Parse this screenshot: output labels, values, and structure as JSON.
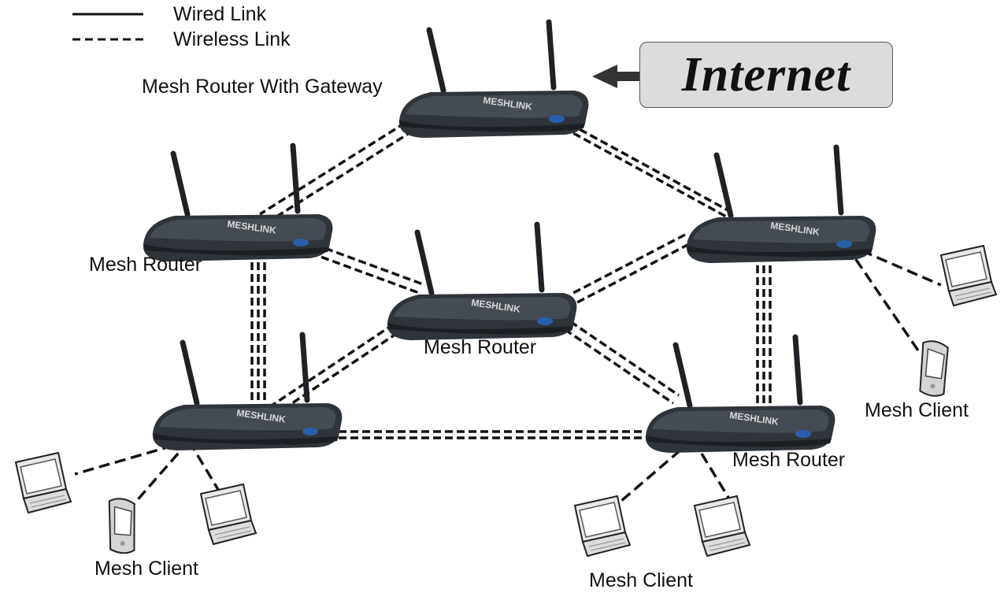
{
  "legend": {
    "wired_label": "Wired Link",
    "wireless_label": "Wireless Link"
  },
  "internet": {
    "label": "Internet"
  },
  "nodes": {
    "gateway_label": "Mesh Router With Gateway",
    "router_left_label": "Mesh Router",
    "router_center_label": "Mesh Router",
    "router_bottom_right_label": "Mesh Router",
    "client_right_label": "Mesh Client",
    "client_bottom_left_label": "Mesh Client",
    "client_bottom_center_label": "Mesh Client"
  },
  "device_brand": "MESHLINK",
  "colors": {
    "router_body": "#2e343a",
    "router_top": "#3f464d",
    "link": "#111111",
    "internet_box": "#dcdcdc",
    "badge": "#2a5fa8"
  }
}
